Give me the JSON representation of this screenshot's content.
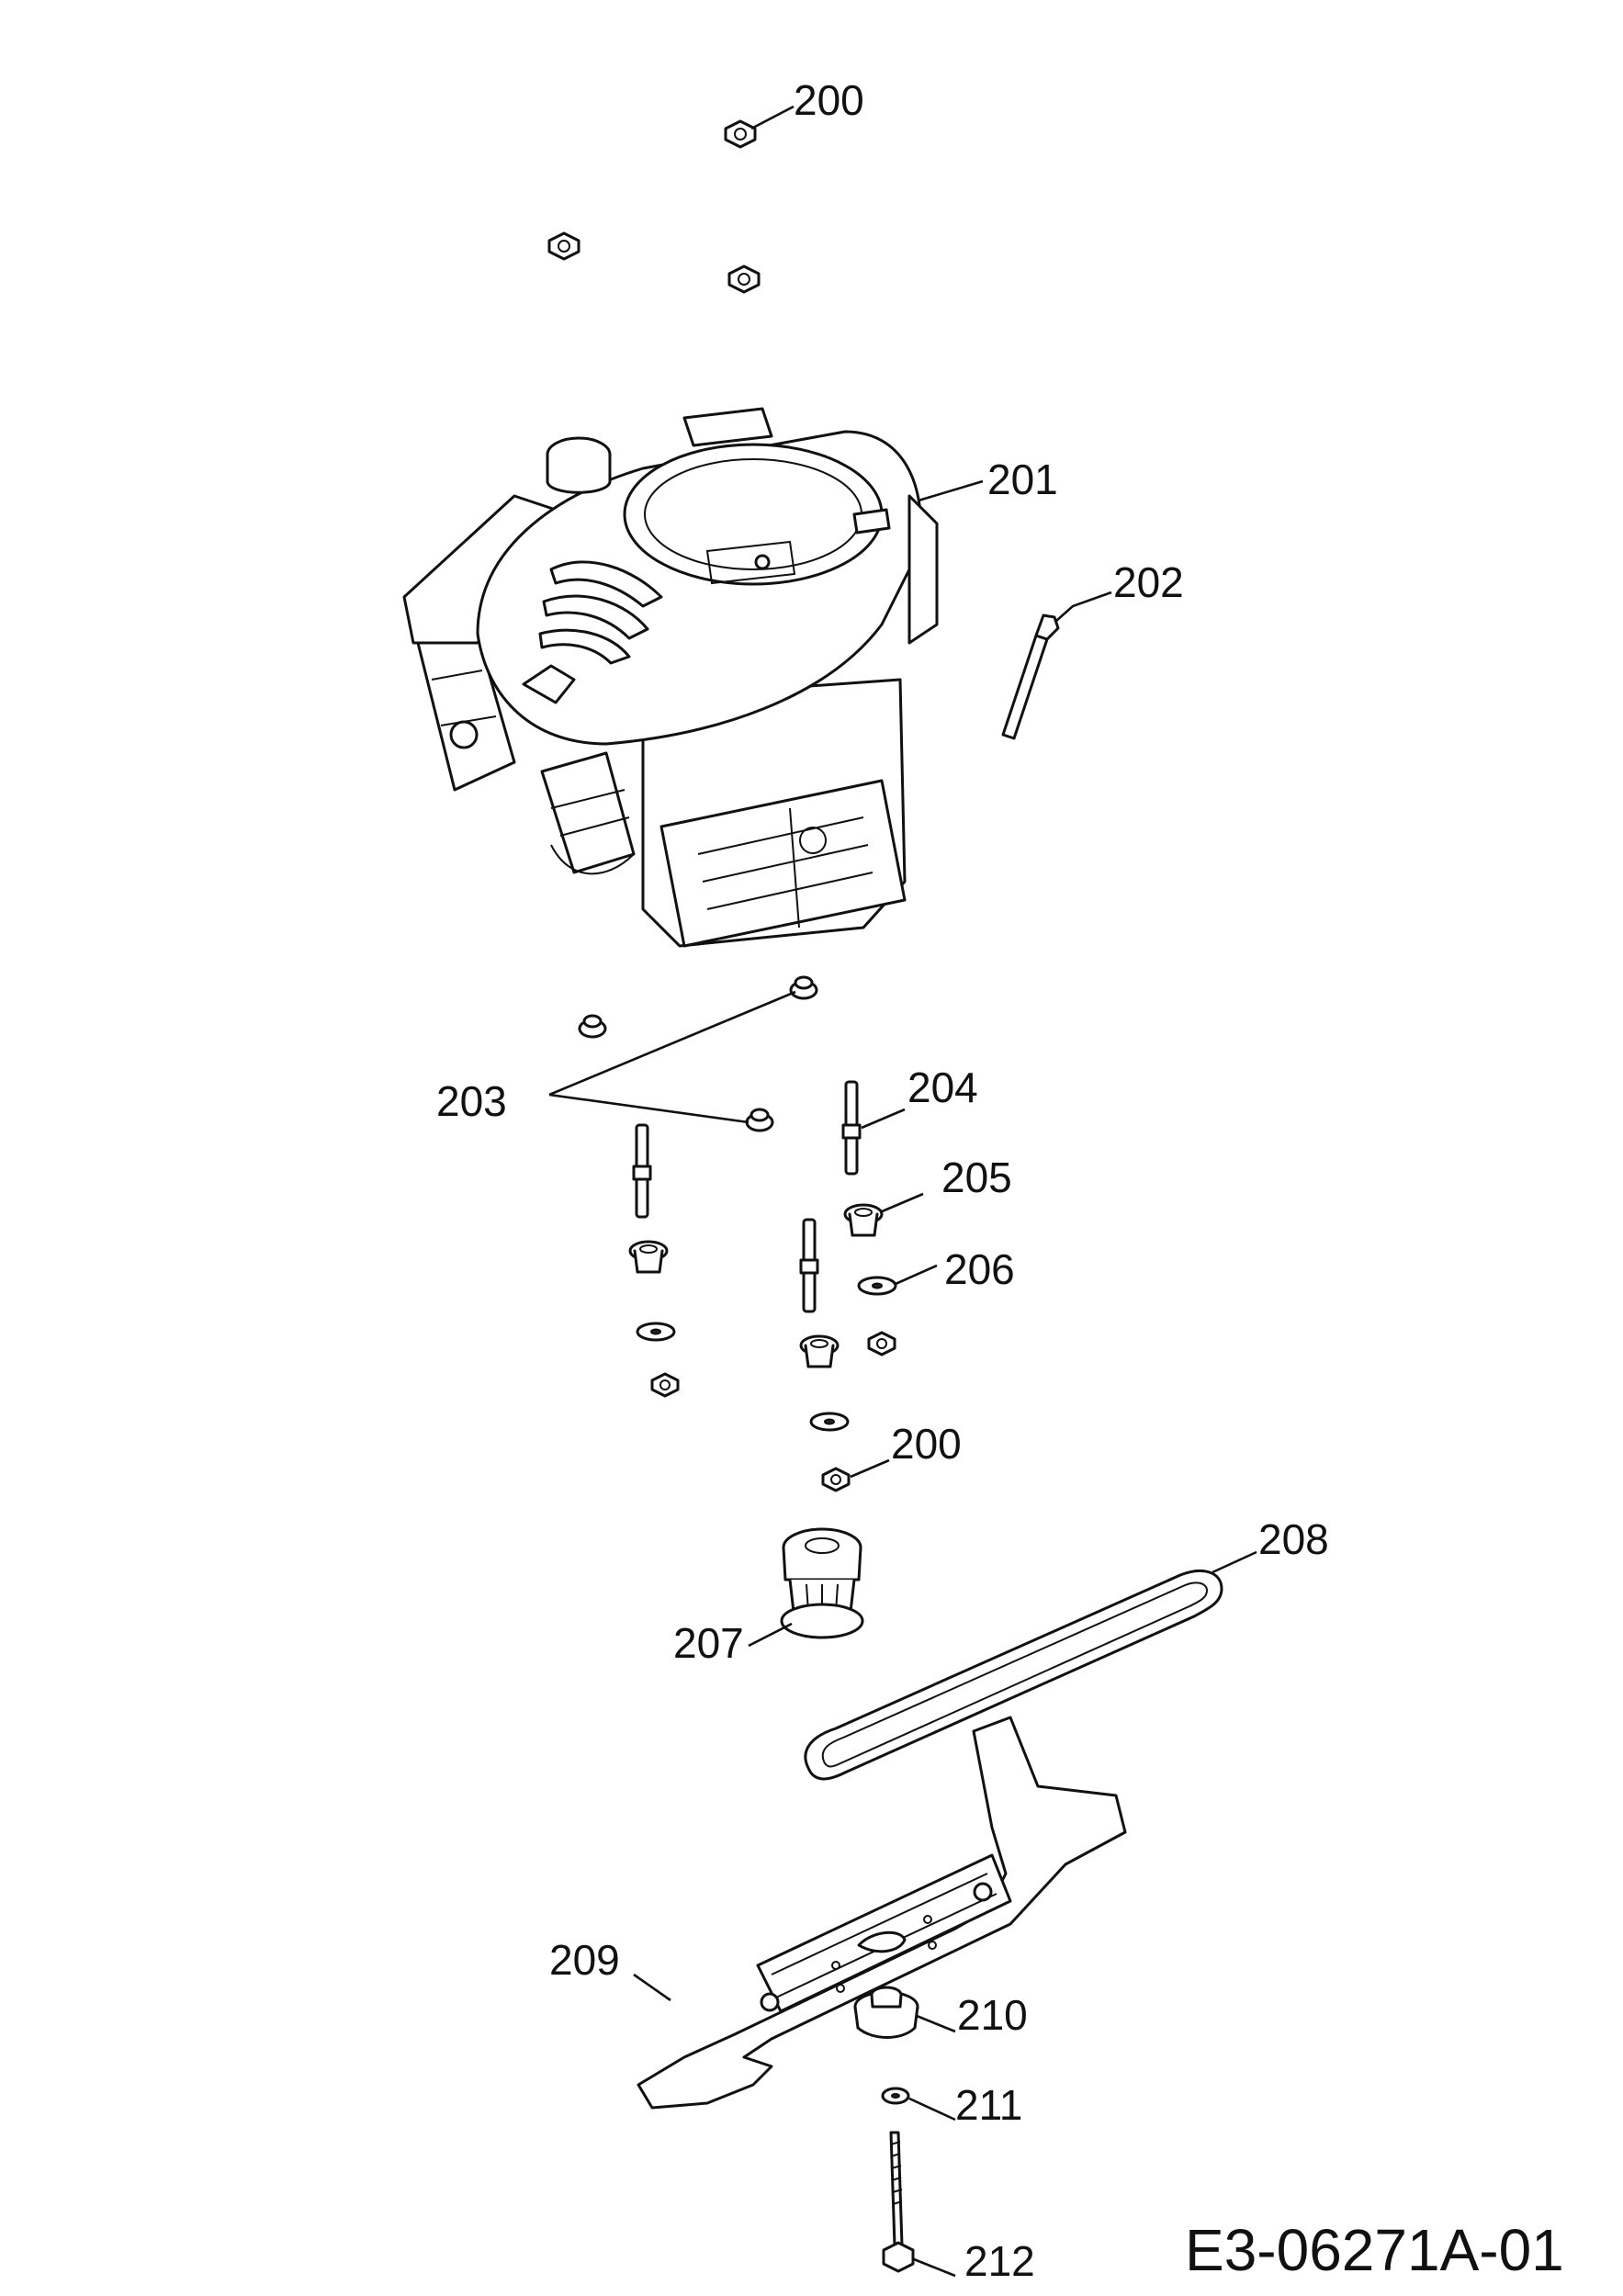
{
  "drawing_code": "E3-06271A-01",
  "labels": {
    "l200_top": "200",
    "l201": "201",
    "l202": "202",
    "l203": "203",
    "l204": "204",
    "l205": "205",
    "l206": "206",
    "l200_mid": "200",
    "l207": "207",
    "l208": "208",
    "l209": "209",
    "l210": "210",
    "l211": "211",
    "l212": "212"
  }
}
